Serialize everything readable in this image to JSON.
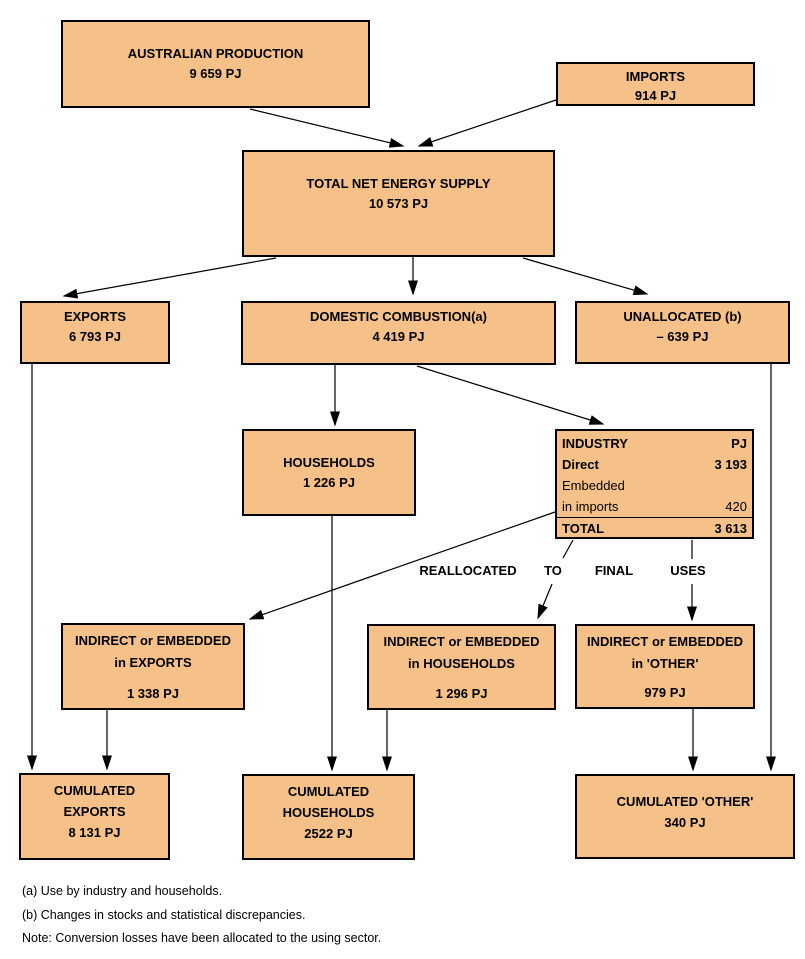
{
  "colors": {
    "box_fill": "#F5C189",
    "box_border": "#000000",
    "line_color": "#000000",
    "background": "#FFFFFF"
  },
  "boxes": {
    "australian_production": {
      "title": "AUSTRALIAN PRODUCTION",
      "value": "9 659 PJ"
    },
    "imports": {
      "title": "IMPORTS",
      "value": "914 PJ"
    },
    "total_net_energy_supply": {
      "title": "TOTAL NET ENERGY SUPPLY",
      "value": "10 573 PJ"
    },
    "exports": {
      "title": "EXPORTS",
      "value": "6 793 PJ"
    },
    "domestic_combustion": {
      "title": "DOMESTIC COMBUSTION(a)",
      "value": "4 419 PJ"
    },
    "unallocated": {
      "title": "UNALLOCATED (b)",
      "value": "– 639 PJ"
    },
    "households": {
      "title": "HOUSEHOLDS",
      "value": "1 226 PJ"
    },
    "industry": {
      "rows": [
        {
          "label": "INDUSTRY",
          "value": "PJ"
        },
        {
          "label": "Direct",
          "value": "3 193"
        },
        {
          "label": "Embedded",
          "value": ""
        },
        {
          "label": "in imports",
          "value": "420"
        },
        {
          "label": "TOTAL",
          "value": "3 613"
        }
      ]
    },
    "indirect_exports": {
      "title": "INDIRECT or EMBEDDED",
      "subtitle": "in EXPORTS",
      "value": "1 338 PJ"
    },
    "indirect_households": {
      "title": "INDIRECT or EMBEDDED",
      "subtitle": "in HOUSEHOLDS",
      "value": "1 296 PJ"
    },
    "indirect_other": {
      "title": "INDIRECT or EMBEDDED",
      "subtitle": "in 'OTHER'",
      "value": "979 PJ"
    },
    "cumulated_exports": {
      "title": "CUMULATED",
      "subtitle": "EXPORTS",
      "value": "8 131 PJ"
    },
    "cumulated_households": {
      "title": "CUMULATED",
      "subtitle": "HOUSEHOLDS",
      "value": "2522 PJ"
    },
    "cumulated_other": {
      "title": "CUMULATED 'OTHER'",
      "value": "340 PJ"
    }
  },
  "flow_labels": {
    "reallocated": "REALLOCATED",
    "to": "TO",
    "final": "FINAL",
    "uses": "USES"
  },
  "notes": [
    "(a) Use by industry and households.",
    "(b) Changes in stocks and statistical discrepancies.",
    "Note: Conversion losses have been allocated to the using sector."
  ]
}
